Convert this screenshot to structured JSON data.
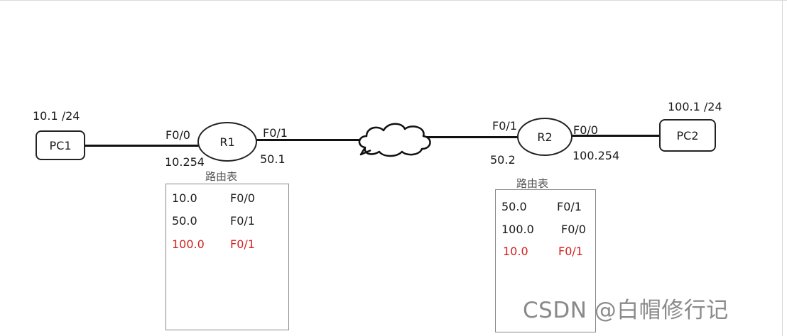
{
  "pc1": {
    "label": "PC1",
    "ip": "10.1 /24"
  },
  "pc2": {
    "label": "PC2",
    "ip": "100.1 /24"
  },
  "r1": {
    "label": "R1",
    "left_if": "F0/0",
    "left_ip": "10.254",
    "right_if": "F0/1",
    "right_ip": "50.1",
    "table_title": "路由表",
    "routes": [
      {
        "net": "10.0",
        "iface": "F0/0",
        "learned": false
      },
      {
        "net": "50.0",
        "iface": "F0/1",
        "learned": false
      },
      {
        "net": "100.0",
        "iface": "F0/1",
        "learned": true
      }
    ]
  },
  "r2": {
    "label": "R2",
    "left_if": "F0/1",
    "left_ip": "50.2",
    "right_if": "F0/0",
    "right_ip": "100.254",
    "table_title": "路由表",
    "routes": [
      {
        "net": "50.0",
        "iface": "F0/1",
        "learned": false
      },
      {
        "net": "100.0",
        "iface": "F0/0",
        "learned": false
      },
      {
        "net": "10.0",
        "iface": "F0/1",
        "learned": true
      }
    ]
  },
  "colors": {
    "line": "#111111",
    "learned_route": "#d42020",
    "watermark": "#8a8a8a"
  },
  "watermark": "CSDN @白帽修行记"
}
